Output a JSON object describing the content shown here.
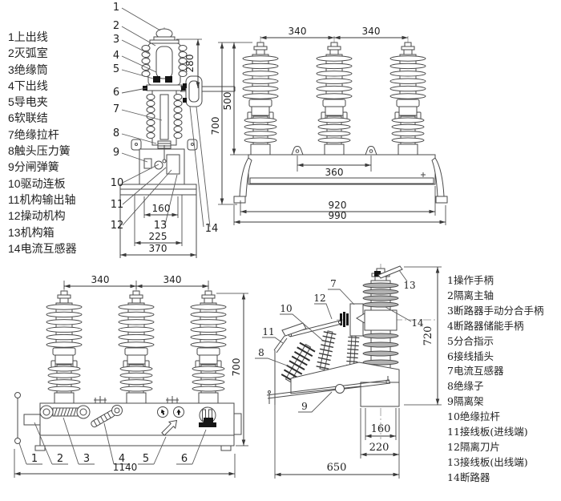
{
  "legend_left": {
    "items": [
      "1上出线",
      "2灭弧室",
      "3绝缘筒",
      "4下出线",
      "5导电夹",
      "6软联结",
      "7绝缘拉杆",
      "8触头压力簧",
      "9分闸弹簧",
      "10驱动连板",
      "11机构输出轴",
      "12操动机构",
      "13机构箱",
      "14电流互感器"
    ]
  },
  "legend_right": {
    "items": [
      "1操作手柄",
      "2隔离主轴",
      "3断路器手动分合手柄",
      "4断路器储能手柄",
      "5分合指示",
      "6接线插头",
      "7电流互感器",
      "8绝缘子",
      "9隔离架",
      "10绝缘拉杆",
      "11接线板(进线端)",
      "12隔离刀片",
      "13接线板(出线端)",
      "14断路器"
    ]
  },
  "views": {
    "side_pole": {
      "callouts": [
        "1",
        "2",
        "3",
        "4",
        "5",
        "6",
        "7",
        "8",
        "9",
        "10",
        "11",
        "12",
        "13",
        "14"
      ],
      "dims": {
        "interrupter_height": "280",
        "inner_width": "160",
        "mid_width": "225",
        "outer_width": "370"
      }
    },
    "front_a": {
      "dims": {
        "pitch_left": "340",
        "pitch_right": "340",
        "insulator_height": "500",
        "total_height": "700",
        "lug_span": "360",
        "box_width": "920",
        "total_width": "990"
      }
    },
    "front_b": {
      "callouts": [
        "1",
        "2",
        "3",
        "4",
        "5",
        "6"
      ],
      "dims": {
        "pitch_left": "340",
        "pitch_right": "340",
        "total_height": "700",
        "total_width": "1140"
      }
    },
    "side_full": {
      "callouts": [
        "7",
        "8",
        "9",
        "10",
        "11",
        "12",
        "13",
        "14"
      ],
      "dims": {
        "total_height": "720",
        "bolt_span": "160",
        "base_width": "220",
        "total_width": "650"
      }
    }
  },
  "colors": {
    "line": "#4a4a4a",
    "dim_text": "#1f1f1f",
    "background": "#ffffff"
  }
}
